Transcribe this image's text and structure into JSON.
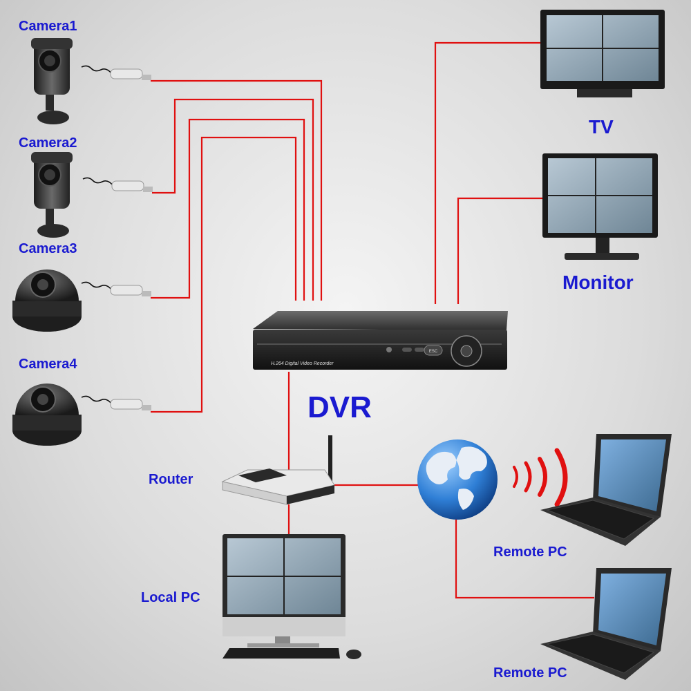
{
  "labels": {
    "camera1": "Camera1",
    "camera2": "Camera2",
    "camera3": "Camera3",
    "camera4": "Camera4",
    "tv": "TV",
    "monitor": "Monitor",
    "dvr": "DVR",
    "router": "Router",
    "local_pc": "Local PC",
    "remote_pc_1": "Remote PC",
    "remote_pc_2": "Remote PC"
  },
  "dvr_front_text": "H.264 Digital Video Recorder",
  "dvr_button": "ESC",
  "colors": {
    "label": "#1a1ad0",
    "cable": "#e01010",
    "device_dark": "#2a2a2a",
    "globe_water": "#2f7fd6",
    "globe_land": "#e8eef6",
    "wifi_waves": "#e01010"
  }
}
